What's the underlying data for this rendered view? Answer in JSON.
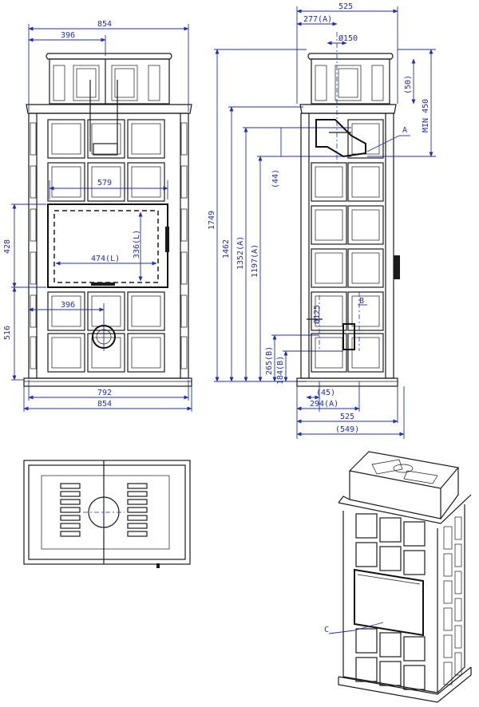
{
  "colors": {
    "dimension": "#1f2fb0",
    "outline": "#1a1a1a",
    "background": "#ffffff"
  },
  "front_view": {
    "width_top": "854",
    "half_width": "396",
    "door_width": "579",
    "height_total": "1749",
    "height_door_zone": "428",
    "height_base_zone": "516",
    "door_inner_height": "336(L)",
    "door_inner_width": "474(L)",
    "air_intake_offset": "396",
    "base_width_inner": "792",
    "base_width_outer": "854"
  },
  "side_view": {
    "depth_top": "525",
    "flue_offset": "277(A)",
    "flue_diameter": "Ø150",
    "top_gap": "(50)",
    "min_clearance": "MIN 450",
    "label_a": "A",
    "height_a1": "1462",
    "height_a2": "1352(A)",
    "height_a3": "1197(A)",
    "offset_44": "(44)",
    "intake_diameter": "Ø125",
    "label_b": "B",
    "height_b1": "265(B)",
    "height_b2": "184(B)",
    "offset_45": "(45)",
    "offset_294": "294(A)",
    "depth_bottom": "525",
    "depth_overall": "(549)"
  },
  "iso_view": {
    "label_c": "C"
  }
}
